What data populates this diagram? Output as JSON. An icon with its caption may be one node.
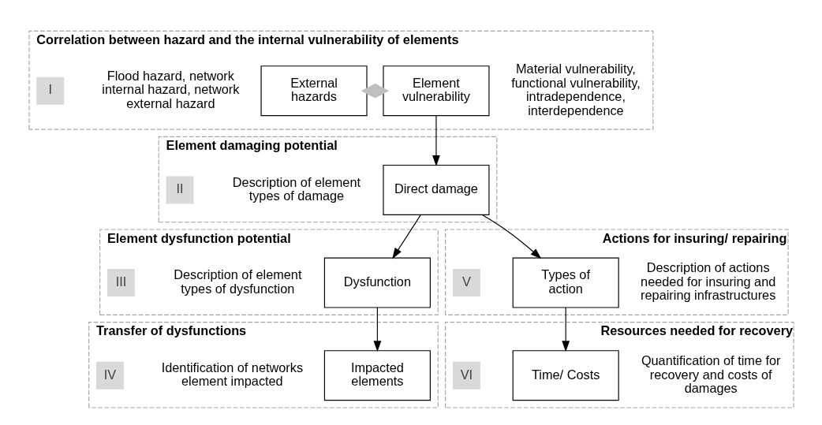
{
  "diagram": {
    "nodes": [
      {
        "text": [
          "Correlation between hazard and the internal vulnerability of elements"
        ]
      },
      {
        "text": [
          "I"
        ],
        "in": 0
      },
      {
        "text": [
          "External hazards"
        ],
        "in": 0,
        "beside": [
          "Flood hazard, network internal hazard, network external hazard"
        ]
      },
      {
        "text": [
          "Element vulnerability"
        ],
        "in": 0,
        "beside": [
          "Material vulnerability, functional vulnerability, intradependence, interdependence"
        ]
      },
      {
        "text": [
          "Element damaging potential"
        ]
      },
      {
        "text": [
          "II"
        ],
        "in": 4
      },
      {
        "text": [
          "Direct damage"
        ],
        "in": 4,
        "beside": [
          "Description of element types of damage"
        ]
      },
      {
        "text": [
          "Element dysfunction potential"
        ]
      },
      {
        "text": [
          "III"
        ],
        "in": 7
      },
      {
        "text": [
          "Dysfunction"
        ],
        "in": 7,
        "beside": [
          "Description of element types of dysfunction"
        ]
      },
      {
        "text": [
          "Transfer of dysfunctions"
        ]
      },
      {
        "text": [
          "IV"
        ],
        "in": 10
      },
      {
        "text": [
          "Impacted elements"
        ],
        "in": 10,
        "beside": [
          "Identification of networks element impacted"
        ]
      },
      {
        "text": [
          "Actions for insuring/ repairing"
        ]
      },
      {
        "text": [
          "V"
        ],
        "in": 13
      },
      {
        "text": [
          "Types of action"
        ],
        "in": 13,
        "beside": [
          "Description of actions needed for insuring and repairing infrastructures"
        ]
      },
      {
        "text": [
          "Resources needed for recovery"
        ]
      },
      {
        "text": [
          "VI"
        ],
        "in": 16
      },
      {
        "text": [
          "Time/ Costs"
        ],
        "in": 16,
        "beside": [
          "Quantification of time for recovery and costs of damages"
        ]
      }
    ],
    "edges": [
      {
        "from": 2,
        "to": 3,
        "arrow": "both",
        "style": "thick",
        "color": "#bfbfbf"
      },
      {
        "from": 3,
        "to": 6,
        "arrow": "to"
      },
      {
        "from": 6,
        "to": 9,
        "arrow": "to"
      },
      {
        "from": 9,
        "to": 12,
        "arrow": "to"
      },
      {
        "from": 6,
        "to": 15,
        "arrow": "to"
      },
      {
        "from": 15,
        "to": 18,
        "arrow": "to"
      }
    ]
  }
}
